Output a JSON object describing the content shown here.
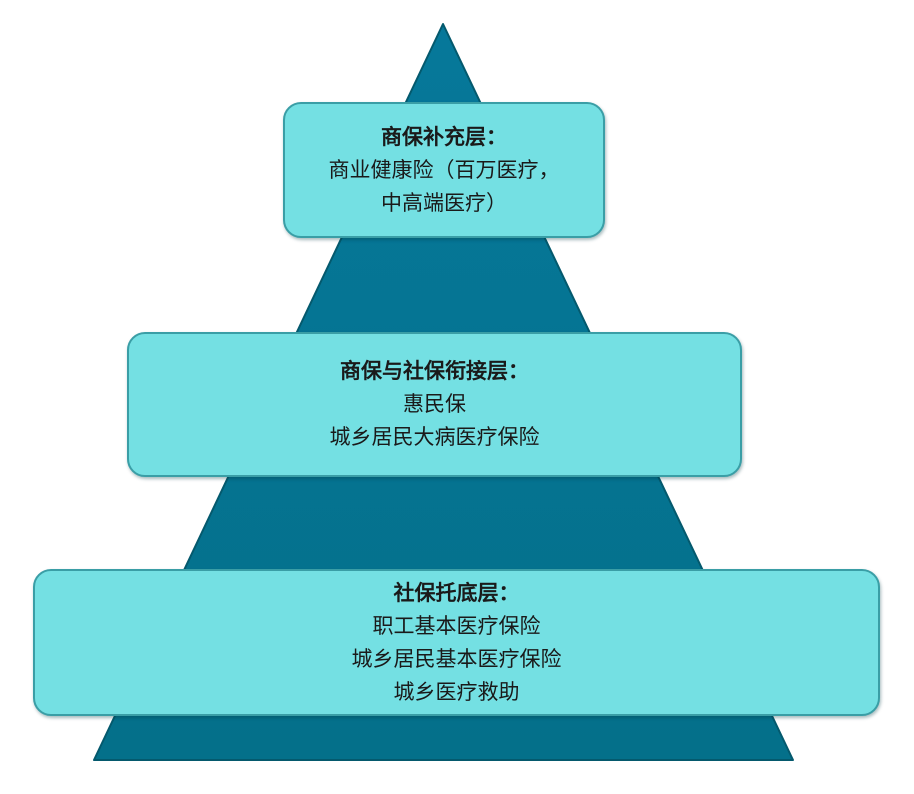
{
  "diagram": {
    "type": "pyramid",
    "colors": {
      "pyramid_fill": "#05738C",
      "pyramid_edge": "#04596D",
      "box_fill": "#74E0E3",
      "box_border": "#3A9EA6",
      "text": "#1a1a1a"
    },
    "tiers": [
      {
        "level": "top",
        "title": "商保补充层：",
        "lines": [
          "商业健康险（百万医疗，",
          "中高端医疗）"
        ]
      },
      {
        "level": "middle",
        "title": "商保与社保衔接层：",
        "lines": [
          "惠民保",
          "城乡居民大病医疗保险"
        ]
      },
      {
        "level": "base",
        "title": "社保托底层：",
        "lines": [
          "职工基本医疗保险",
          "城乡居民基本医疗保险",
          "城乡医疗救助"
        ]
      }
    ]
  }
}
